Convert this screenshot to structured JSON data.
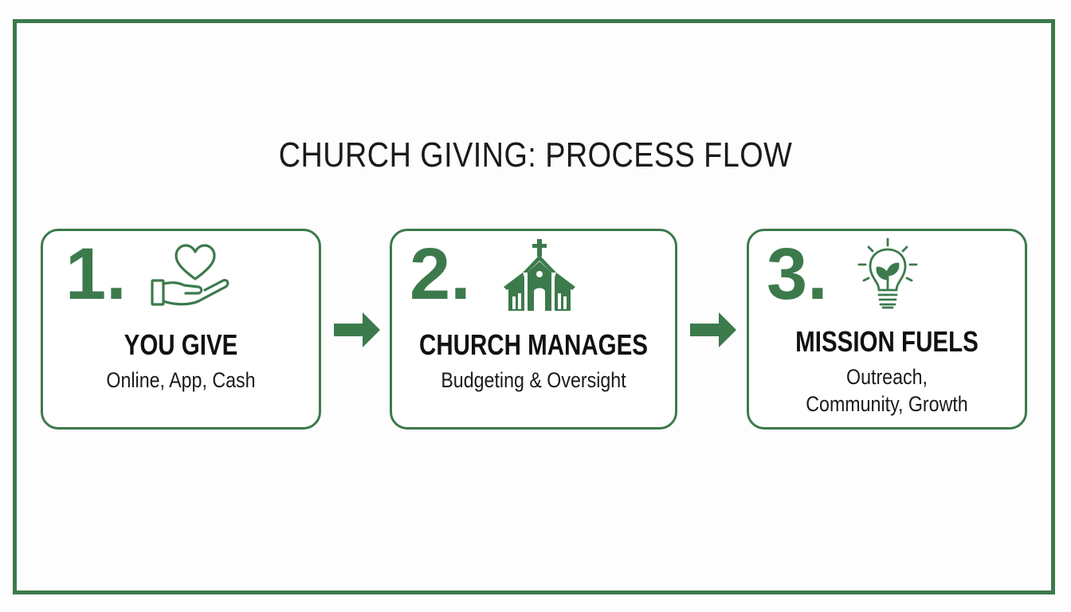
{
  "title": "CHURCH GIVING: PROCESS FLOW",
  "colors": {
    "accent": "#3c7a4c",
    "text": "#1a1a1a",
    "background": "#fdfdfd"
  },
  "steps": [
    {
      "number": "1.",
      "title": "YOU GIVE",
      "subtitle": "Online, App, Cash",
      "icon": "heart-in-hand-icon"
    },
    {
      "number": "2.",
      "title": "CHURCH MANAGES",
      "subtitle": "Budgeting & Oversight",
      "icon": "church-icon"
    },
    {
      "number": "3.",
      "title": "MISSION FUELS",
      "subtitle": "Outreach, Community, Growth",
      "icon": "lightbulb-sprout-icon"
    }
  ],
  "connectors": [
    "arrow-right-icon",
    "arrow-right-icon"
  ]
}
